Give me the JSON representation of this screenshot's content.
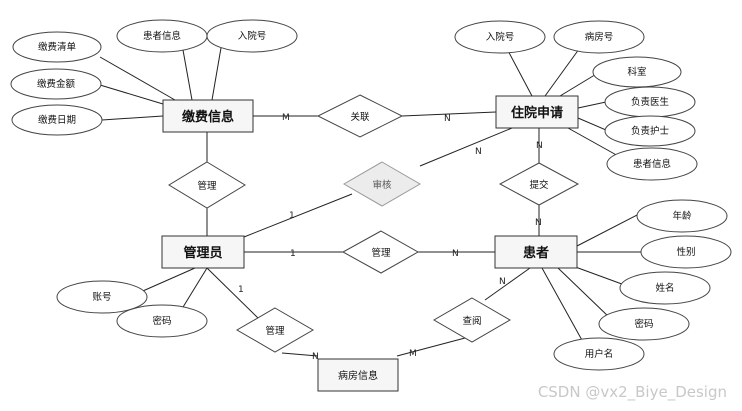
{
  "entities": {
    "payment": "缴费信息",
    "admission": "住院申请",
    "admin": "管理员",
    "patient": "患者",
    "ward": "病房信息"
  },
  "attributes": {
    "pay_list": "缴费清单",
    "pay_amount": "缴费金额",
    "pay_date": "缴费日期",
    "pay_patient_info": "患者信息",
    "pay_admit_no": "入院号",
    "adm_admit_no": "入院号",
    "adm_ward_no": "病房号",
    "adm_department": "科室",
    "adm_doctor": "负责医生",
    "adm_nurse": "负责护士",
    "adm_patient_info": "患者信息",
    "pat_age": "年龄",
    "pat_gender": "性别",
    "pat_name": "姓名",
    "pat_password": "密码",
    "pat_username": "用户名",
    "admin_account": "账号",
    "admin_password": "密码"
  },
  "relationships": {
    "link": "关联",
    "manage_payment": "管理",
    "review": "审核",
    "submit": "提交",
    "manage_patient": "管理",
    "manage_ward": "管理",
    "query": "查阅"
  },
  "cardinalities": {
    "payment_link": "M",
    "admission_link": "N",
    "admission_review": "N",
    "admin_review": "1",
    "admission_submit": "N",
    "patient_submit": "N",
    "admin_manage_patient": "1",
    "patient_manage": "N",
    "admin_manage_ward": "1",
    "ward_manage": "N",
    "ward_query": "M",
    "patient_query": "N"
  },
  "watermark": "CSDN @vx2_Biye_Design"
}
